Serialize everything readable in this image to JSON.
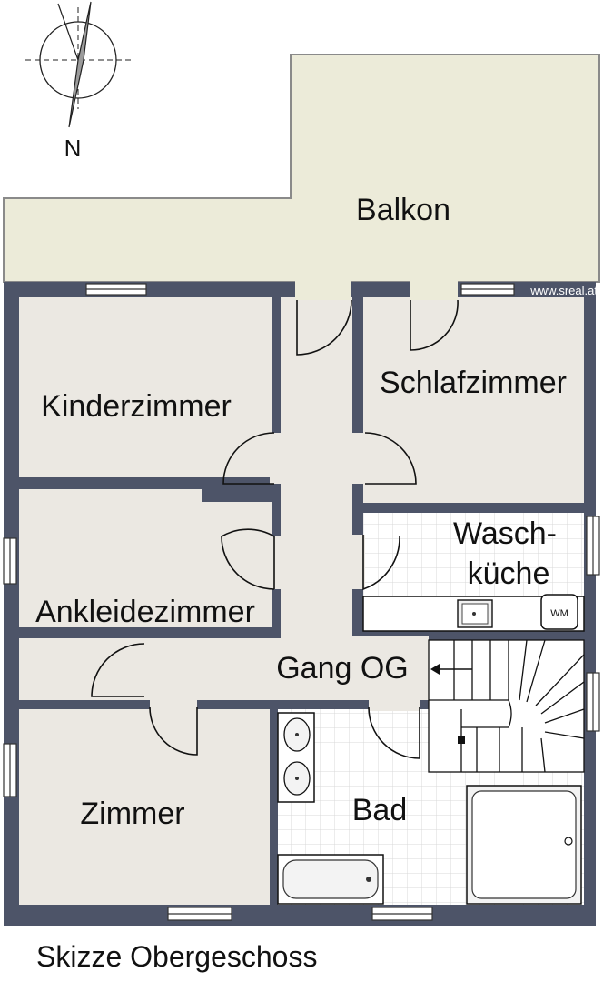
{
  "compass": {
    "label": "N"
  },
  "watermark": "www.sreal.at",
  "rooms": {
    "balkon": "Balkon",
    "kinderzimmer": "Kinderzimmer",
    "schlafzimmer": "Schlafzimmer",
    "waschkueche_1": "Wasch-",
    "waschkueche_2": "küche",
    "ankleidezimmer": "Ankleidezimmer",
    "gang": "Gang OG",
    "zimmer": "Zimmer",
    "bad": "Bad"
  },
  "fixtures": {
    "washing_machine": "WM"
  },
  "caption": "Skizze Obergeschoss",
  "colors": {
    "wall": "#4d5468",
    "room_floor": "#ebe8e2",
    "balcony_floor": "#ecebd9",
    "tile_floor": "#ffffff",
    "tile_line": "#d8d8d8"
  }
}
